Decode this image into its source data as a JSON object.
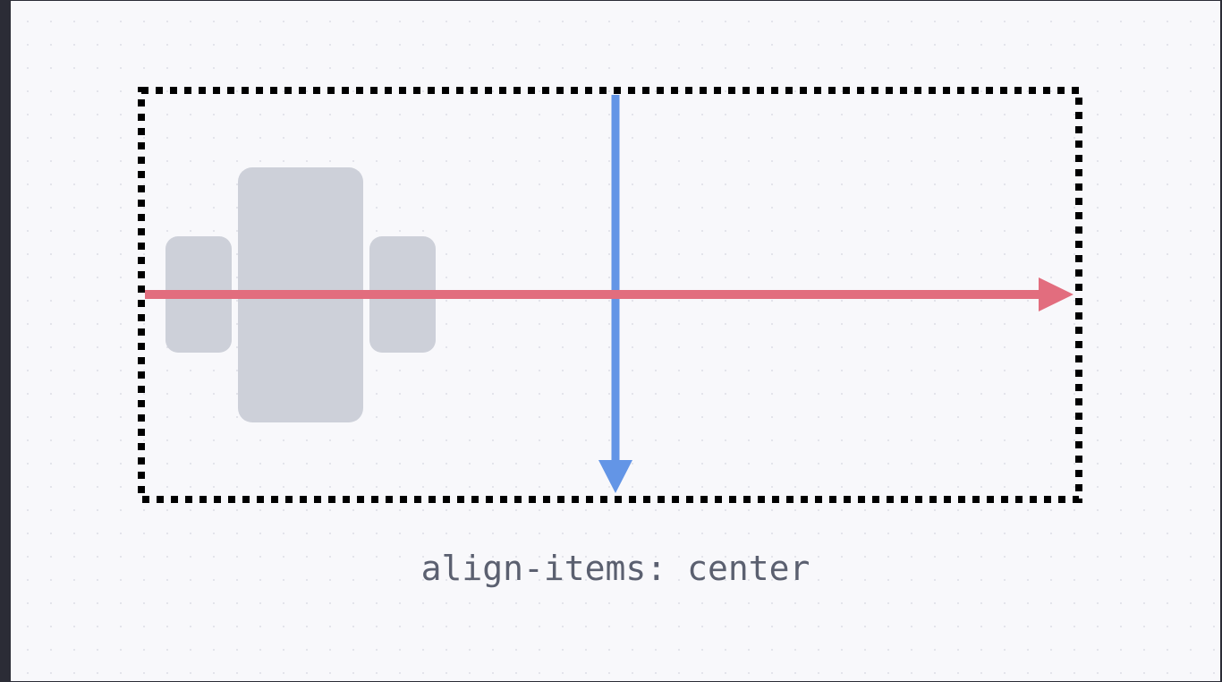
{
  "caption": "align-items: center",
  "colors": {
    "background": "#f8f8fb",
    "container_border": "#000000",
    "flex_item": "#cdd0d9",
    "main_axis": "#e26d7e",
    "cross_axis": "#6395e6",
    "caption_text": "#5b6070"
  },
  "flex_items": [
    {
      "name": "item-1",
      "relative_height": "short"
    },
    {
      "name": "item-2",
      "relative_height": "tall"
    },
    {
      "name": "item-3",
      "relative_height": "short"
    }
  ],
  "axes": [
    {
      "name": "main-axis",
      "direction": "horizontal"
    },
    {
      "name": "cross-axis",
      "direction": "vertical"
    }
  ]
}
